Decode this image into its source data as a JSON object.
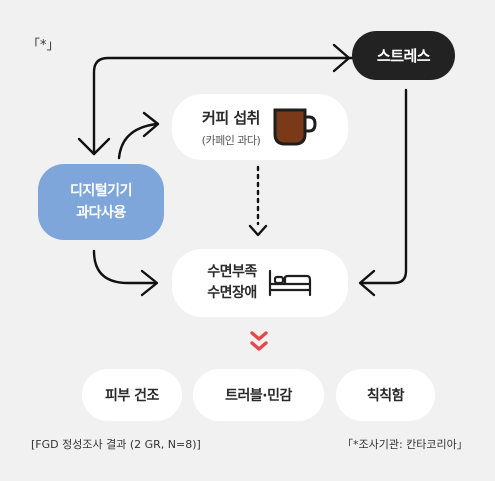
{
  "corner_mark": "「*」",
  "nodes": {
    "stress": "스트레스",
    "coffee_title": "커피 섭취",
    "coffee_sub": "(카페인 과다)",
    "digital_line1": "디지털기기",
    "digital_line2": "과다사용",
    "sleep_line1": "수면부족",
    "sleep_line2": "수면장애",
    "skin": "피부 건조",
    "irritation": "트러블·민감",
    "dullness": "칙칙함"
  },
  "footer": {
    "left": "[FGD 정성조사 결과 (2 GR, N=8)]",
    "right": "「*조사기관: 칸타코리아」"
  },
  "icons": {
    "coffee": "coffee-mug-icon",
    "sleep": "bed-icon",
    "chevron": "double-chevron-down-icon"
  },
  "colors": {
    "background": "#f1f1f1",
    "stress_fill": "#222222",
    "digital_fill": "#7ea6da",
    "coffee": "#7a3a1a",
    "chevron": "#e8474a"
  }
}
